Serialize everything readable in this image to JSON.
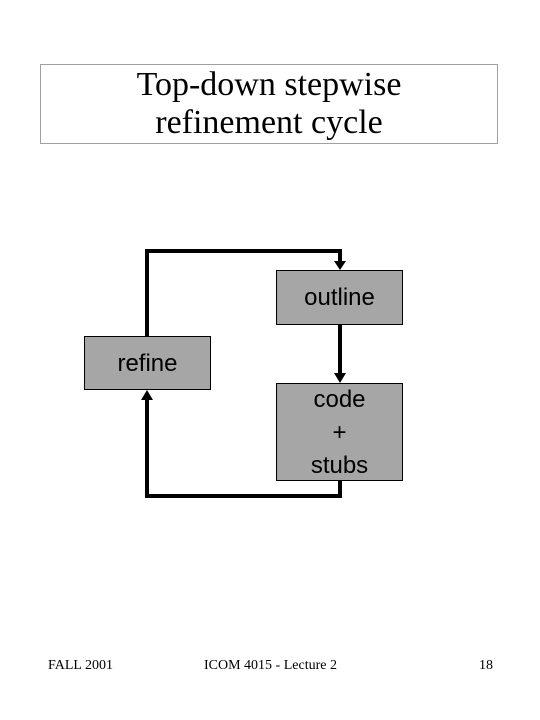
{
  "title": {
    "line1": "Top-down stepwise",
    "line2": "refinement cycle"
  },
  "nodes": {
    "outline": {
      "lines": [
        "outline"
      ]
    },
    "refine": {
      "lines": [
        "refine"
      ]
    },
    "code_stubs": {
      "lines": [
        "code",
        "+",
        "stubs"
      ]
    }
  },
  "footer": {
    "left": "FALL 2001",
    "center": "ICOM 4015 - Lecture 2",
    "right": "18"
  },
  "colors": {
    "box_fill": "#a6a6a6",
    "box_border": "#000000",
    "arrow": "#000000",
    "title_border": "#a0a0a0"
  }
}
